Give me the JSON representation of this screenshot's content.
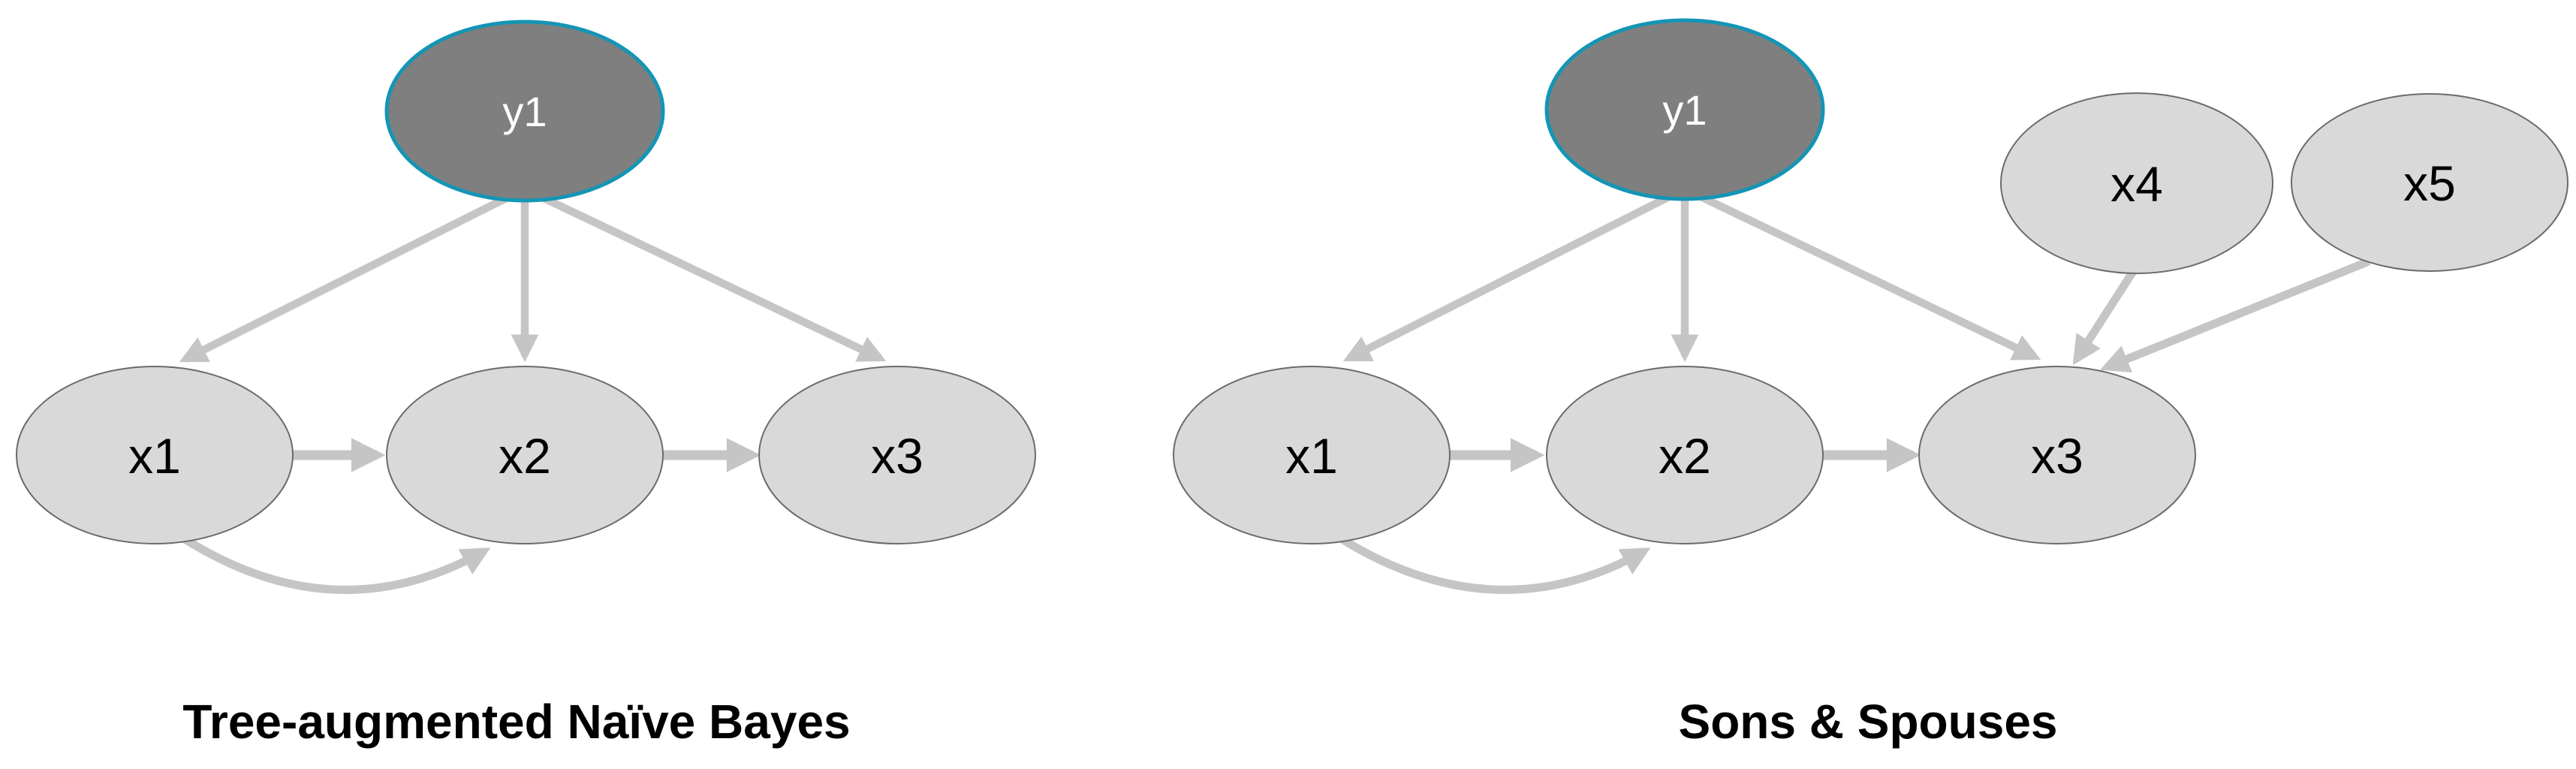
{
  "page": {
    "background": "#ffffff",
    "kind": "bayesian-network-structure-comparison"
  },
  "colors": {
    "feature_node_fill": "#d9d9d9",
    "feature_node_border": "#6b6b6b",
    "class_node_fill": "#7f7f7f",
    "class_node_ring": "#1495b5",
    "arrow": "#c5c5c5",
    "node_label": "#000000",
    "class_node_label": "#ffffff",
    "title_text": "#000000"
  },
  "diagrams": [
    {
      "title": "Tree-augmented Naïve Bayes",
      "nodes": {
        "y1": {
          "label": "y1",
          "role": "class"
        },
        "x1": {
          "label": "x1",
          "role": "feature"
        },
        "x2": {
          "label": "x2",
          "role": "feature"
        },
        "x3": {
          "label": "x3",
          "role": "feature"
        }
      },
      "edges": [
        {
          "from": "y1",
          "to": "x1",
          "style": "straight"
        },
        {
          "from": "y1",
          "to": "x2",
          "style": "straight"
        },
        {
          "from": "y1",
          "to": "x3",
          "style": "straight"
        },
        {
          "from": "x1",
          "to": "x2",
          "style": "straight"
        },
        {
          "from": "x2",
          "to": "x3",
          "style": "straight"
        },
        {
          "from": "x1",
          "to": "x2",
          "style": "curved-below"
        }
      ]
    },
    {
      "title": "Sons & Spouses",
      "nodes": {
        "y1": {
          "label": "y1",
          "role": "class"
        },
        "x1": {
          "label": "x1",
          "role": "feature"
        },
        "x2": {
          "label": "x2",
          "role": "feature"
        },
        "x3": {
          "label": "x3",
          "role": "feature"
        },
        "x4": {
          "label": "x4",
          "role": "feature"
        },
        "x5": {
          "label": "x5",
          "role": "feature"
        }
      },
      "edges": [
        {
          "from": "y1",
          "to": "x1",
          "style": "straight"
        },
        {
          "from": "y1",
          "to": "x2",
          "style": "straight"
        },
        {
          "from": "y1",
          "to": "x3",
          "style": "straight"
        },
        {
          "from": "x1",
          "to": "x2",
          "style": "straight"
        },
        {
          "from": "x2",
          "to": "x3",
          "style": "straight"
        },
        {
          "from": "x1",
          "to": "x2",
          "style": "curved-below"
        },
        {
          "from": "x4",
          "to": "x3",
          "style": "straight"
        },
        {
          "from": "x5",
          "to": "x3",
          "style": "straight"
        }
      ]
    }
  ]
}
